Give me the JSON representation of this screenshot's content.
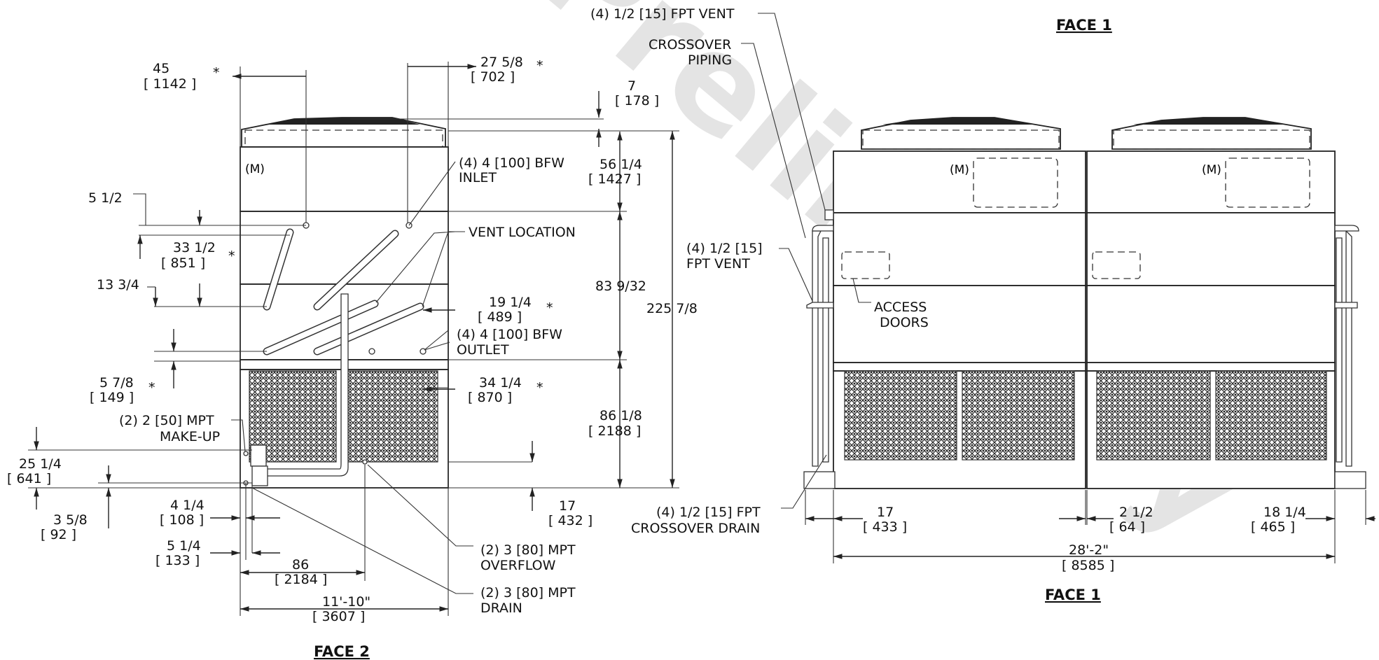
{
  "watermark": "Preliminary",
  "face_labels": {
    "face2": "FACE 2",
    "face1_top": "FACE 1",
    "face1_bottom": "FACE 1"
  },
  "face2": {
    "dim_45_a": "45",
    "dim_45_b": "[ 1142 ]",
    "star_45": "*",
    "dim_27_a": "27 5/8",
    "dim_27_b": "[ 702 ]",
    "star_27": "*",
    "dim_7_a": "7",
    "dim_7_b": "[ 178 ]",
    "dim_56_a": "56 1/4",
    "dim_56_b": "[ 1427 ]",
    "dim_5_1_2": "5 1/2",
    "dim_33_a": "33 1/2",
    "dim_33_b": "[ 851 ]",
    "star_33": "*",
    "dim_13_3_4": "13 3/4",
    "dim_5_7_8_a": "5 7/8",
    "dim_5_7_8_b": "[ 149 ]",
    "star_5_7_8": "*",
    "dim_83": "83 9/32",
    "dim_225": "225 7/8",
    "dim_19_a": "19 1/4",
    "dim_19_b": "[ 489 ]",
    "star_19": "*",
    "dim_34_a": "34 1/4",
    "dim_34_b": "[ 870 ]",
    "star_34": "*",
    "dim_86_1_8_a": "86 1/8",
    "dim_86_1_8_b": "[ 2188 ]",
    "dim_25_a": "25 1/4",
    "dim_25_b": "[ 641 ]",
    "dim_3_5_8_a": "3 5/8",
    "dim_3_5_8_b": "[ 92 ]",
    "dim_4_1_4_a": "4 1/4",
    "dim_4_1_4_b": "[ 108 ]",
    "dim_5_1_4_a": "5 1/4",
    "dim_5_1_4_b": "[ 133 ]",
    "dim_86_a": "86",
    "dim_86_b": "[ 2184 ]",
    "dim_11_a": "11'-10\"",
    "dim_11_b": "[ 3607 ]",
    "dim_17_a": "17",
    "dim_17_b": "[ 432 ]",
    "inlet_a": "(4) 4 [100] BFW",
    "inlet_b": "INLET",
    "vent_loc": "VENT LOCATION",
    "outlet_a": "(4) 4 [100] BFW",
    "outlet_b": "OUTLET",
    "makeup_a": "(2) 2 [50] MPT",
    "makeup_b": "MAKE-UP",
    "overflow_a": "(2) 3 [80] MPT",
    "overflow_b": "OVERFLOW",
    "drain_a": "(2) 3 [80] MPT",
    "drain_b": "DRAIN"
  },
  "face1": {
    "vent_top": "(4) 1/2 [15] FPT VENT",
    "crossover_a": "CROSSOVER",
    "crossover_b": "PIPING",
    "vent_side_a": "(4) 1/2 [15]",
    "vent_side_b": "FPT VENT",
    "access_a": "ACCESS",
    "access_b": "DOORS",
    "xdrain_a": "(4) 1/2 [15] FPT",
    "xdrain_b": "CROSSOVER DRAIN",
    "dim_17_a": "17",
    "dim_17_b": "[ 433 ]",
    "dim_2_1_2_a": "2 1/2",
    "dim_2_1_2_b": "[ 64 ]",
    "dim_18_a": "18 1/4",
    "dim_18_b": "[ 465 ]",
    "dim_28_a": "28'-2\"",
    "dim_28_b": "[ 8585 ]"
  }
}
